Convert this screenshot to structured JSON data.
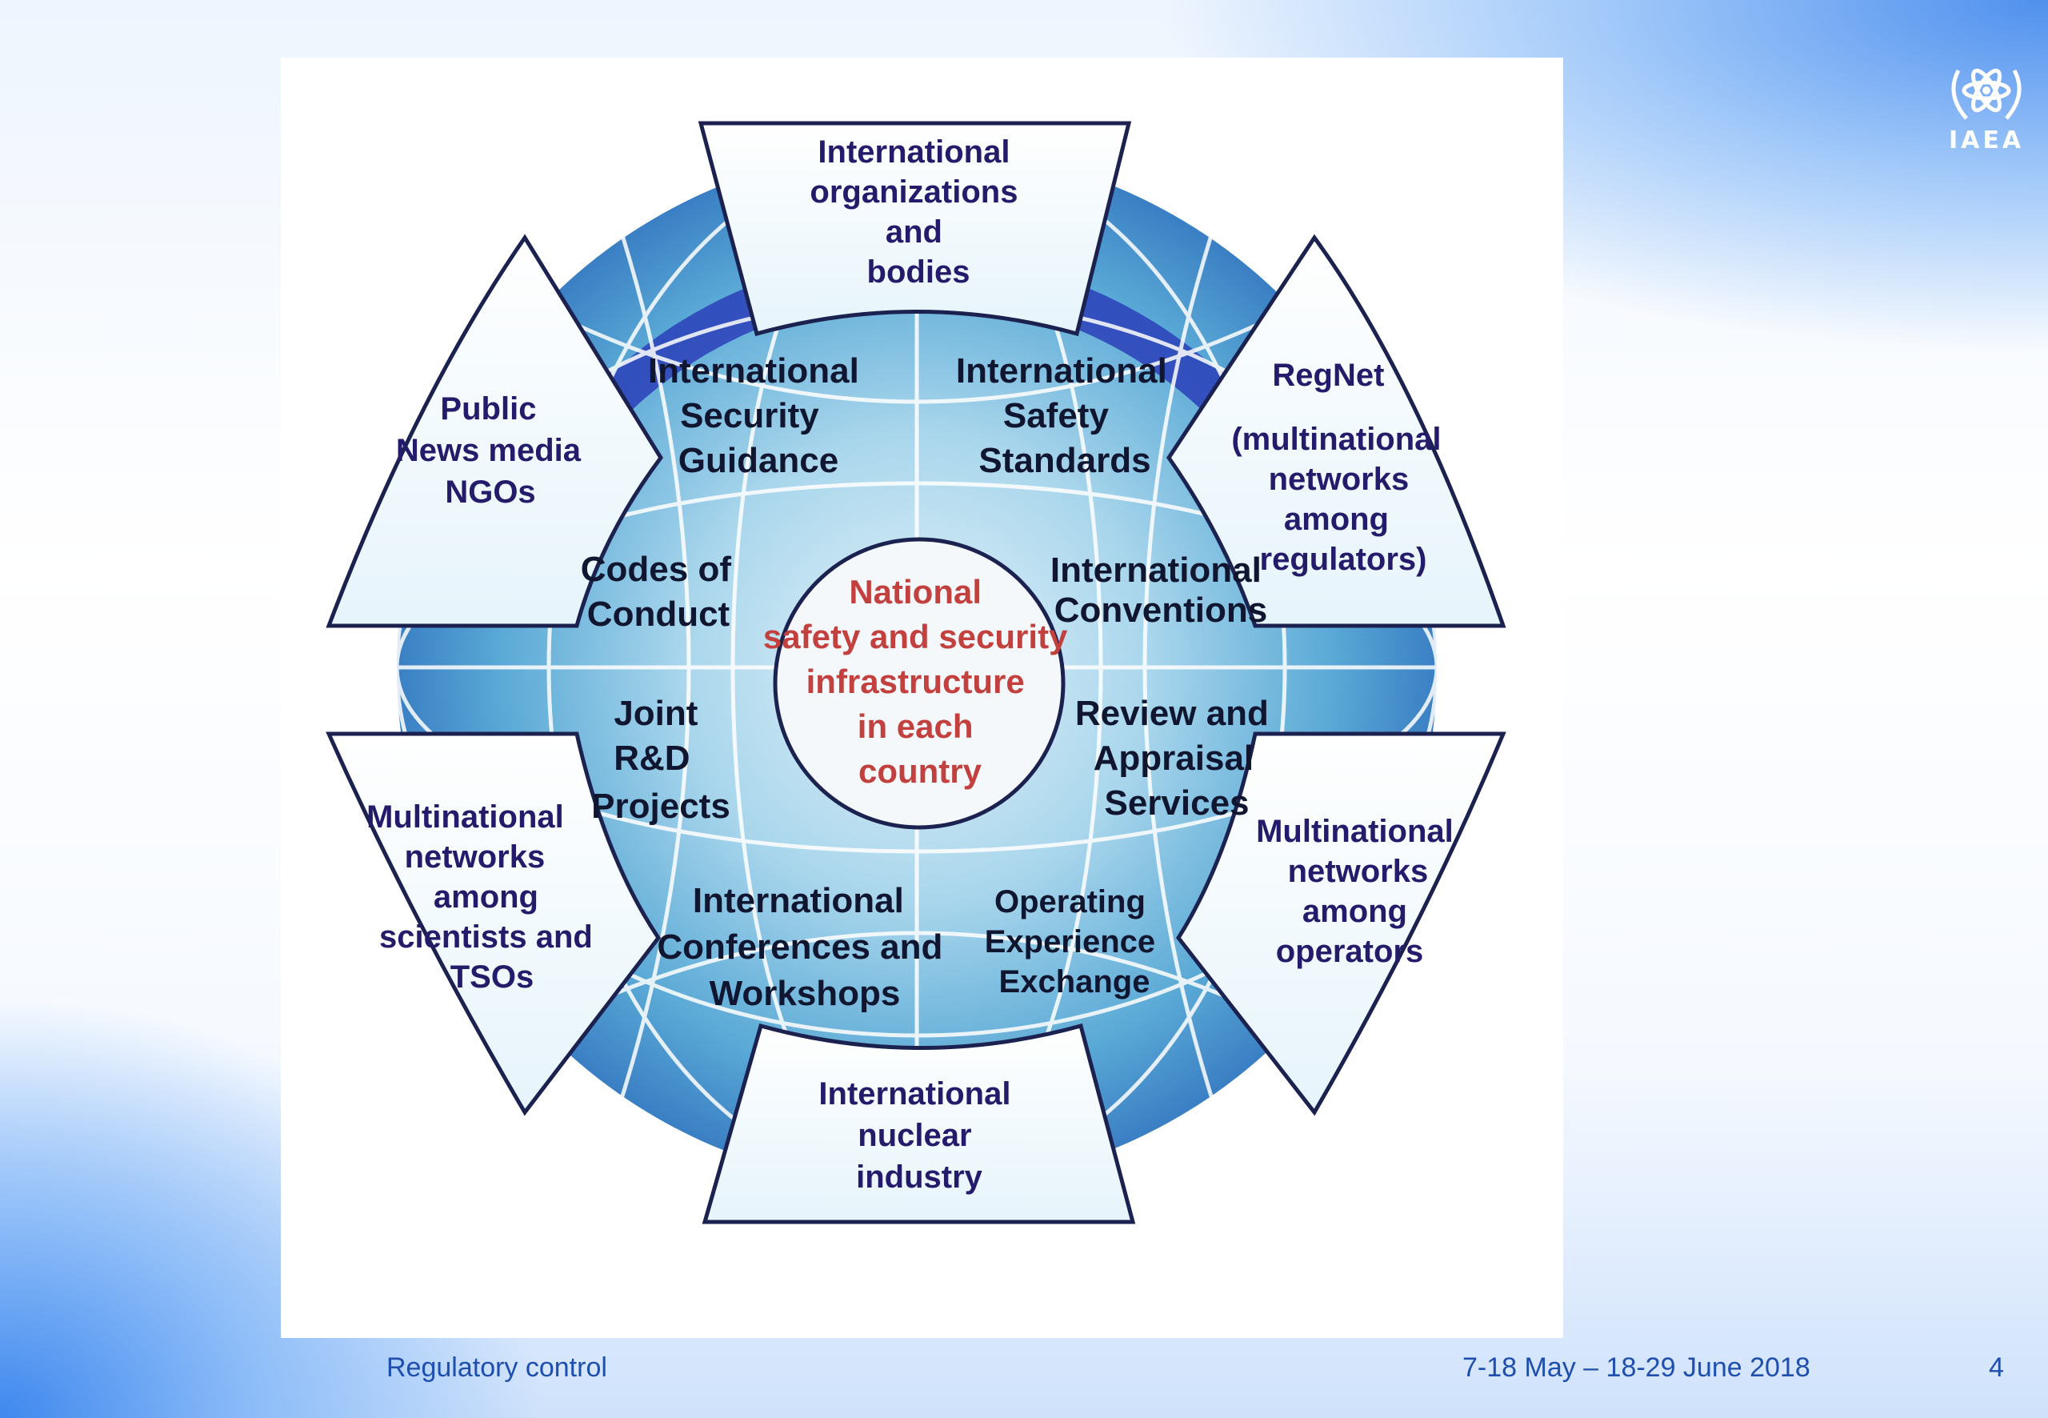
{
  "diagram": {
    "center": [
      "National",
      "safety and security",
      "infrastructure",
      "in each",
      "country"
    ],
    "outer_segments": {
      "top": [
        "International",
        "organizations",
        "and",
        "bodies"
      ],
      "upper_right": [
        "RegNet",
        "(multinational",
        "networks",
        "among",
        "regulators)"
      ],
      "lower_right": [
        "Multinational",
        "networks",
        "among",
        "operators"
      ],
      "bottom": [
        "International",
        "nuclear",
        "industry"
      ],
      "lower_left": [
        "Multinational",
        "networks",
        "among",
        "scientists and",
        "TSOs"
      ],
      "upper_left": [
        "Public",
        "News media",
        "NGOs"
      ]
    },
    "inner_labels": {
      "security_guidance": [
        "International",
        "Security",
        "Guidance"
      ],
      "safety_standards": [
        "International",
        "Safety",
        "Standards"
      ],
      "codes_of_conduct": [
        "Codes of",
        "Conduct"
      ],
      "conventions": [
        "International",
        "Conventions"
      ],
      "joint_rd": [
        "Joint",
        "R&D",
        "Projects"
      ],
      "review_appraisal": [
        "Review and",
        "Appraisal",
        "Services"
      ],
      "conferences": [
        "International",
        "Conferences and",
        "Workshops"
      ],
      "operating_experience": [
        "Operating",
        "Experience",
        "Exchange"
      ]
    }
  },
  "logo": {
    "text": "IAEA",
    "icon": "iaea-emblem-icon"
  },
  "footer": {
    "title": "Regulatory control",
    "dates": "7-18 May – 18-29 June 2018",
    "page": "4"
  },
  "colors": {
    "center_text": "#c2403e",
    "outer_text": "#241c6a",
    "footer": "#1e4fae"
  }
}
